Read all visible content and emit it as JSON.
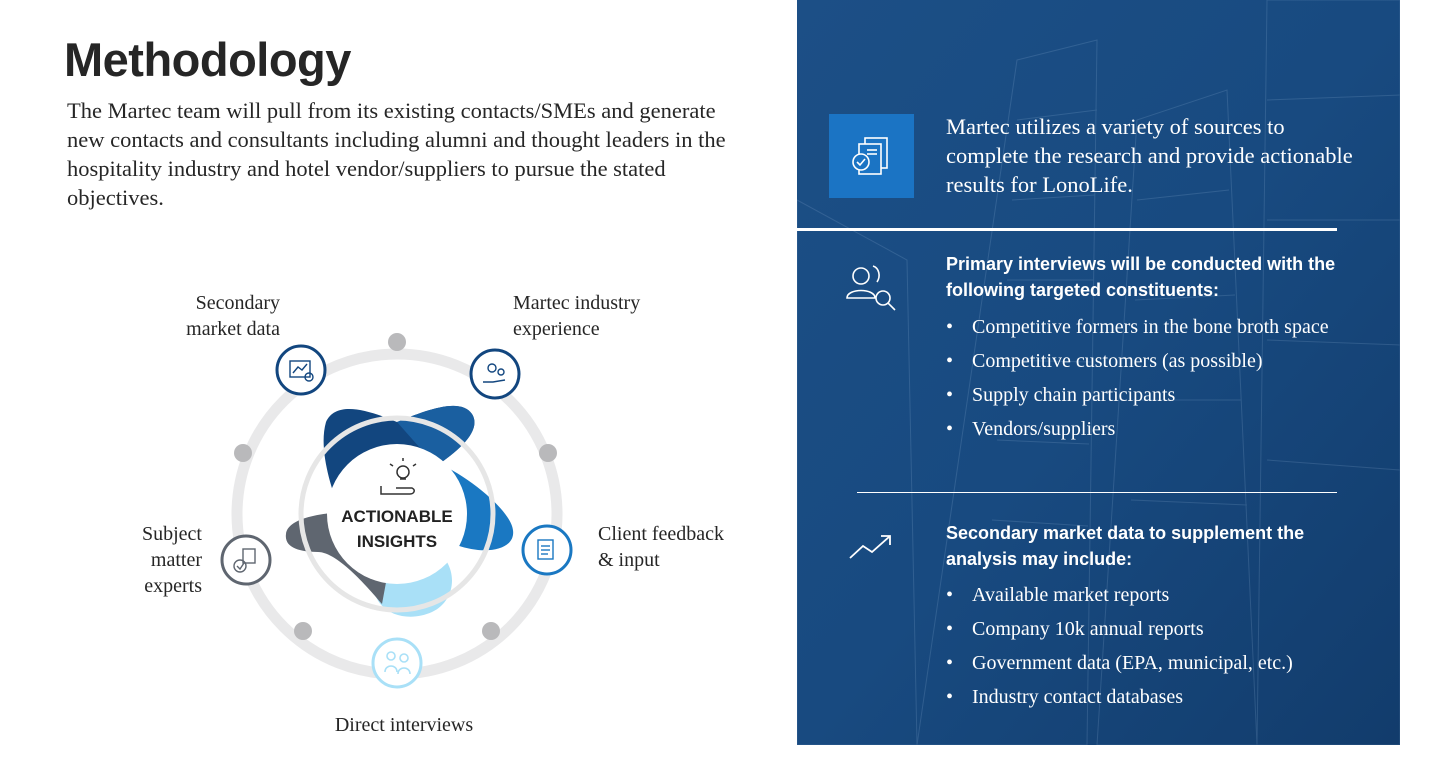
{
  "title": "Methodology",
  "intro": "The Martec team will pull from its existing contacts/SMEs and generate new contacts and consultants including alumni and thought leaders in the hospitality industry and hotel vendor/suppliers to pursue the stated objectives.",
  "diagram": {
    "center_line1": "ACTIONABLE",
    "center_line2": "INSIGHTS",
    "nodes": {
      "secondary_1": "Secondary",
      "secondary_2": "market data",
      "martec_1": "Martec industry",
      "martec_2": "experience",
      "client_1": "Client feedback",
      "client_2": "& input",
      "sme_1": "Subject",
      "sme_2": "matter",
      "sme_3": "experts",
      "direct": "Direct interviews"
    },
    "colors": {
      "navy": "#12467f",
      "blue": "#1a78c2",
      "light_blue": "#a9e0f7",
      "gray": "#5f6670",
      "ring": "#e9e9ea",
      "dot": "#b9b9bb"
    },
    "icons": [
      "chart-analytics-icon",
      "gears-hand-icon",
      "feedback-document-icon",
      "interview-people-icon",
      "expert-checklist-icon",
      "lightbulb-hand-icon"
    ]
  },
  "panel": {
    "lead": "Martec utilizes a variety of sources to complete the research and provide actionable results for LonoLife.",
    "primary": {
      "heading": "Primary interviews will be conducted with the following targeted constituents:",
      "items": [
        "Competitive formers in the bone broth space",
        "Competitive customers (as possible)",
        "Supply chain participants",
        "Vendors/suppliers"
      ]
    },
    "secondary": {
      "heading": "Secondary market data to supplement the analysis may include:",
      "items": [
        "Available market reports",
        "Company 10k annual reports",
        "Government data (EPA, municipal, etc.)",
        "Industry contact databases"
      ]
    },
    "colors": {
      "background": "#16467a",
      "accent": "#1b74c4",
      "text": "#ffffff"
    },
    "icons": [
      "document-check-icon",
      "person-search-icon",
      "trend-arrow-icon"
    ]
  }
}
